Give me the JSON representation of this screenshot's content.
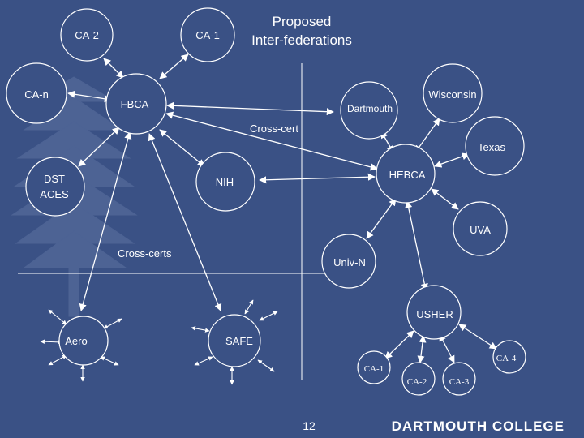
{
  "title_lines": [
    "Proposed",
    "Inter-federations"
  ],
  "nodes": {
    "ca2_top": "CA-2",
    "ca1_top": "CA-1",
    "can": "CA-n",
    "fbca": "FBCA",
    "dartmouth": "Dartmouth",
    "wisconsin": "Wisconsin",
    "texas": "Texas",
    "dst_aces": [
      "DST",
      "ACES"
    ],
    "nih": "NIH",
    "hebca": "HEBCA",
    "uva": "UVA",
    "univn": "Univ-N",
    "usher": "USHER",
    "aero": "Aero",
    "safe": "SAFE",
    "ca1_bottom": "CA-1",
    "ca2_bottom": "CA-2",
    "ca3_bottom": "CA-3",
    "ca4_bottom": "CA-4"
  },
  "labels": {
    "cross_cert": "Cross-cert",
    "cross_certs": "Cross-certs"
  },
  "footer": {
    "page_number": "12",
    "college": "DARTMOUTH COLLEGE"
  },
  "colors": {
    "background": "#3a5185",
    "tree": "#4d6394",
    "foreground": "#ffffff"
  }
}
